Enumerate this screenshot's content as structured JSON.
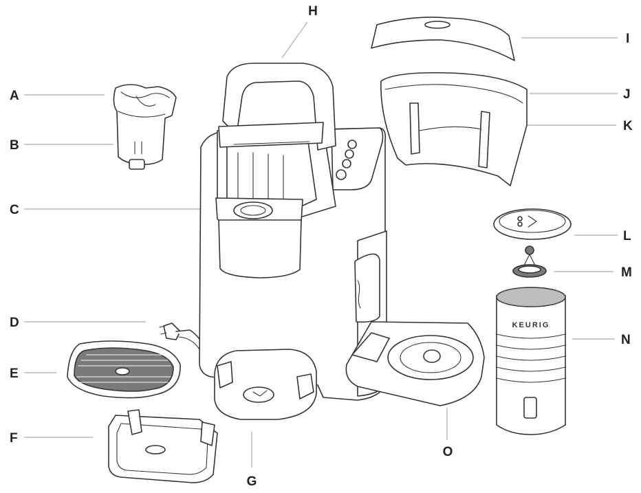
{
  "labels": {
    "A": "A",
    "B": "B",
    "C": "C",
    "D": "D",
    "E": "E",
    "F": "F",
    "G": "G",
    "H": "H",
    "I": "I",
    "J": "J",
    "K": "K",
    "L": "L",
    "M": "M",
    "N": "N",
    "O": "O"
  },
  "frother_brand": "KEURIG",
  "colors": {
    "line": "#333333",
    "leader": "#9a9a9a",
    "fill_dark": "#7a7a7a",
    "fill_grey": "#bdbdbd"
  }
}
